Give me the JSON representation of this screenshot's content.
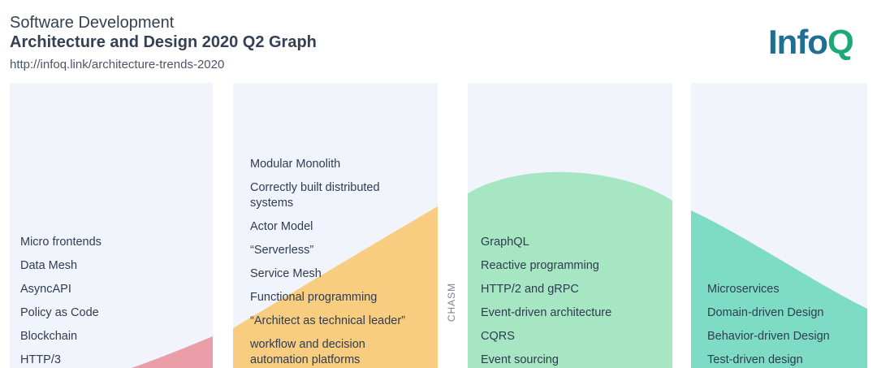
{
  "header": {
    "line1": "Software Development",
    "line2": "Architecture and Design 2020 Q2 Graph",
    "url": "http://infoq.link/architecture-trends-2020"
  },
  "logo": {
    "text_main": "Info",
    "text_q": "Q"
  },
  "chasm_label": "CHASM",
  "colors": {
    "panel_bg": "#f2f4fb",
    "innovators": "#ea9ea7",
    "early_adopters": "#f8cd80",
    "early_majority": "#a6e6c2",
    "late_majority": "#7edcc4"
  },
  "columns": [
    {
      "items": [
        "Micro frontends",
        "Data Mesh",
        "AsyncAPI",
        "Policy as Code",
        "Blockchain",
        "HTTP/3"
      ]
    },
    {
      "items": [
        "Modular Monolith",
        "Correctly built distributed systems",
        "Actor Model",
        "“Serverless”",
        "Service Mesh",
        "Functional programming",
        "“Architect as technical leader”",
        "workflow and decision automation platforms"
      ]
    },
    {
      "items": [
        "GraphQL",
        "Reactive programming",
        "HTTP/2 and gRPC",
        "Event-driven architecture",
        "CQRS",
        "Event sourcing"
      ]
    },
    {
      "items": [
        "Microservices",
        "Domain-driven Design",
        "Behavior-driven Design",
        "Test-driven design"
      ]
    }
  ]
}
